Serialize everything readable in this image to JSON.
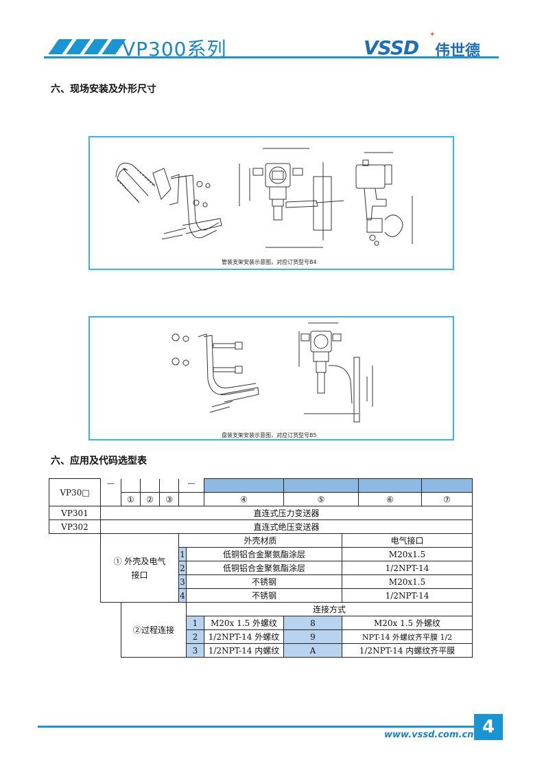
{
  "header": {
    "series_title": "VP300系列",
    "logo_text": "VSSD",
    "logo_cn": "伟世德"
  },
  "section_install": {
    "heading": "六、现场安装及外形尺寸"
  },
  "figure1": {
    "caption": "管装支架安装示意图，对应订货型号B4"
  },
  "figure2": {
    "caption": "盘装支架安装示意图，对应订货型号B5"
  },
  "section_selection": {
    "heading": "六、应用及代码选型表"
  },
  "table": {
    "model_code": "VP30□",
    "dash": "—",
    "positions": [
      "①",
      "②",
      "③",
      "④",
      "⑤",
      "⑥",
      "⑦"
    ],
    "models": [
      {
        "code": "VP301",
        "desc": "直连式压力变送器"
      },
      {
        "code": "VP302",
        "desc": "直连式绝压变送器"
      }
    ],
    "housing": {
      "label": "① 外壳及电气接口",
      "col_material": "外壳材质",
      "col_electrical": "电气接口",
      "rows": [
        {
          "code": "1",
          "material": "低铜铝合金聚氨酯涂层",
          "electrical": "M20x1.5"
        },
        {
          "code": "2",
          "material": "低铜铝合金聚氨酯涂层",
          "electrical": "1/2NPT-14"
        },
        {
          "code": "3",
          "material": "不锈钢",
          "electrical": "M20x1.5"
        },
        {
          "code": "4",
          "material": "不锈钢",
          "electrical": "1/2NPT-14"
        }
      ]
    },
    "process": {
      "label": "②过程连接",
      "col_method": "连接方式",
      "rows": [
        {
          "code_a": "1",
          "desc_a": "M20x 1.5 外螺纹",
          "code_b": "8",
          "desc_b": "M20x 1.5 外螺纹"
        },
        {
          "code_a": "2",
          "desc_a": "1/2NPT-14 外螺纹",
          "code_b": "9",
          "desc_b": "NPT-14 外螺纹齐平膜 1/2"
        },
        {
          "code_a": "3",
          "desc_a": "1/2NPT-14 内螺纹",
          "code_b": "A",
          "desc_b": "1/2NPT-14 内螺纹齐平膜"
        }
      ]
    }
  },
  "footer": {
    "url": "www.vssd.com.cn",
    "page_number": "4"
  },
  "colors": {
    "brand_blue": "#1a95d4",
    "frame_cyan": "#35b6e6",
    "table_header_blue": "#8db9e3",
    "code_cell_blue": "#b7d3ee"
  }
}
